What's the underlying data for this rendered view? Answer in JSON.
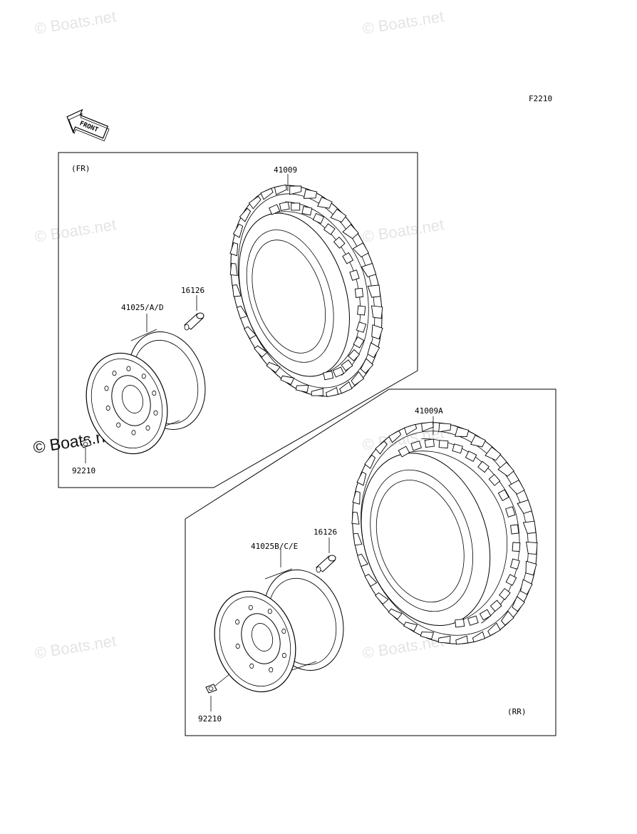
{
  "figure_code": "F2210",
  "front_arrow_label": "FRONT",
  "watermark": "© Boats.net",
  "front_panel": {
    "title": "(FR)",
    "tire_part": "41009",
    "rim_part": "41025/A/D",
    "valve_part": "16126",
    "nut_part": "92210"
  },
  "rear_panel": {
    "title": "(RR)",
    "tire_part": "41009A",
    "rim_part": "41025B/C/E",
    "valve_part": "16126",
    "nut_part": "92210"
  }
}
